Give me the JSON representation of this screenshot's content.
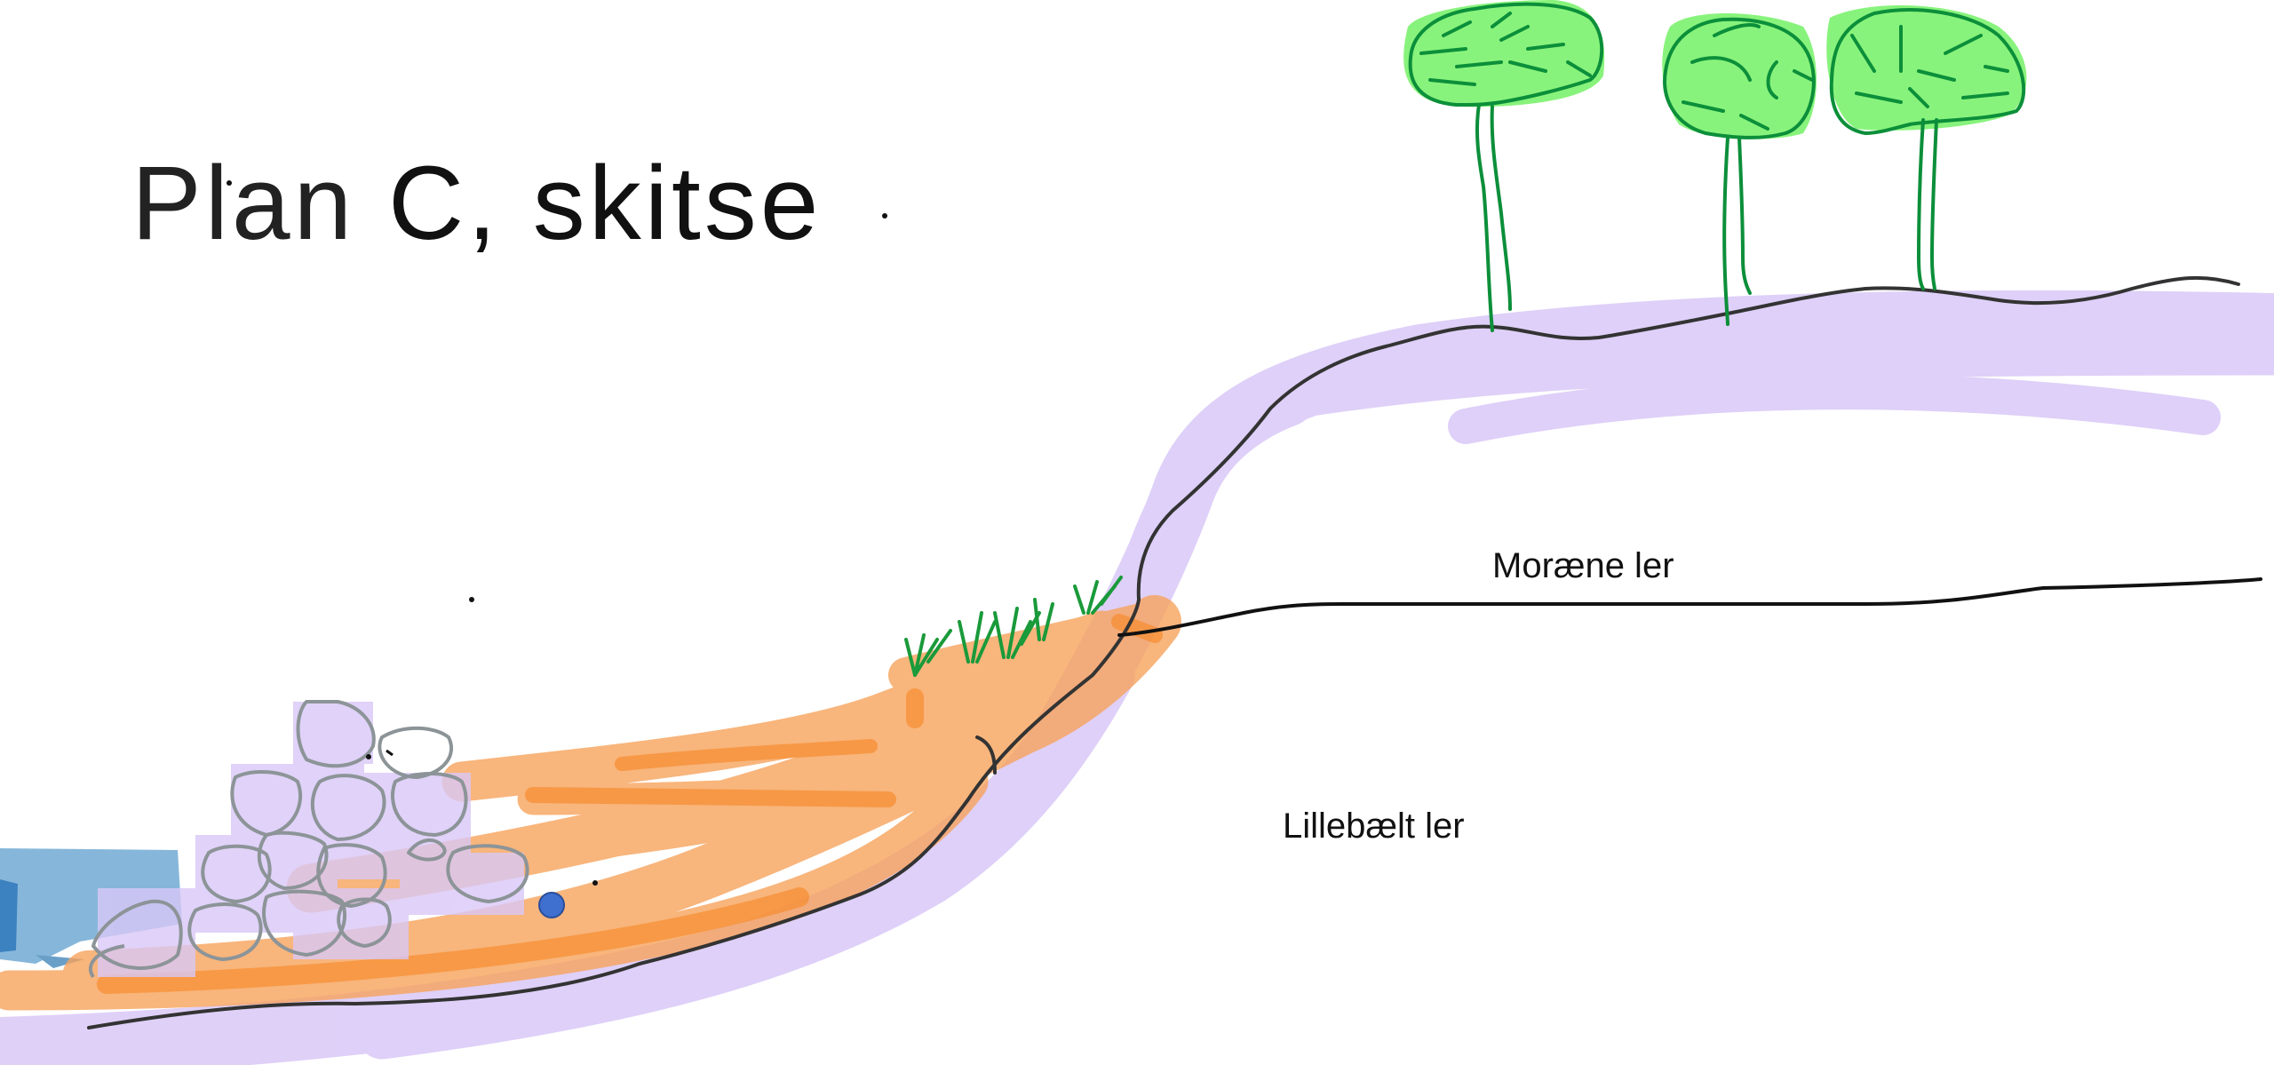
{
  "title": {
    "part1": "Plan ",
    "part2": "C, skitse"
  },
  "labels": {
    "moraene": "Moræne ler",
    "lillebaelt": "Lillebælt ler"
  },
  "colors": {
    "water": "#7fb3d8",
    "sand": "#f7a35c",
    "clay": "#d9c8f7",
    "tree_canopy": "#88f37c",
    "tree_stroke": "#0c8f3a",
    "grass": "#1a9a3a",
    "terrain_line": "#333333",
    "dot": "#3f6fcf"
  }
}
